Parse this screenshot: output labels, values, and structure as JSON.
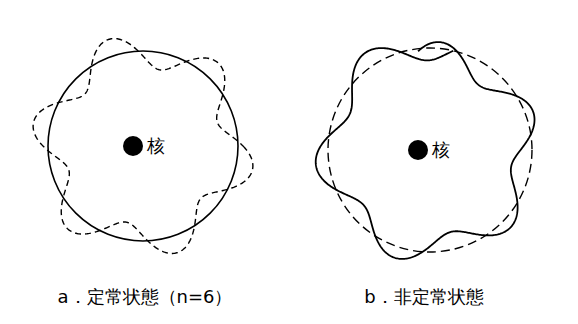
{
  "diagram": {
    "labels": [
      "核",
      "核",
      "a．定常状態（n=6）",
      "b．非定常状態"
    ]
  }
}
